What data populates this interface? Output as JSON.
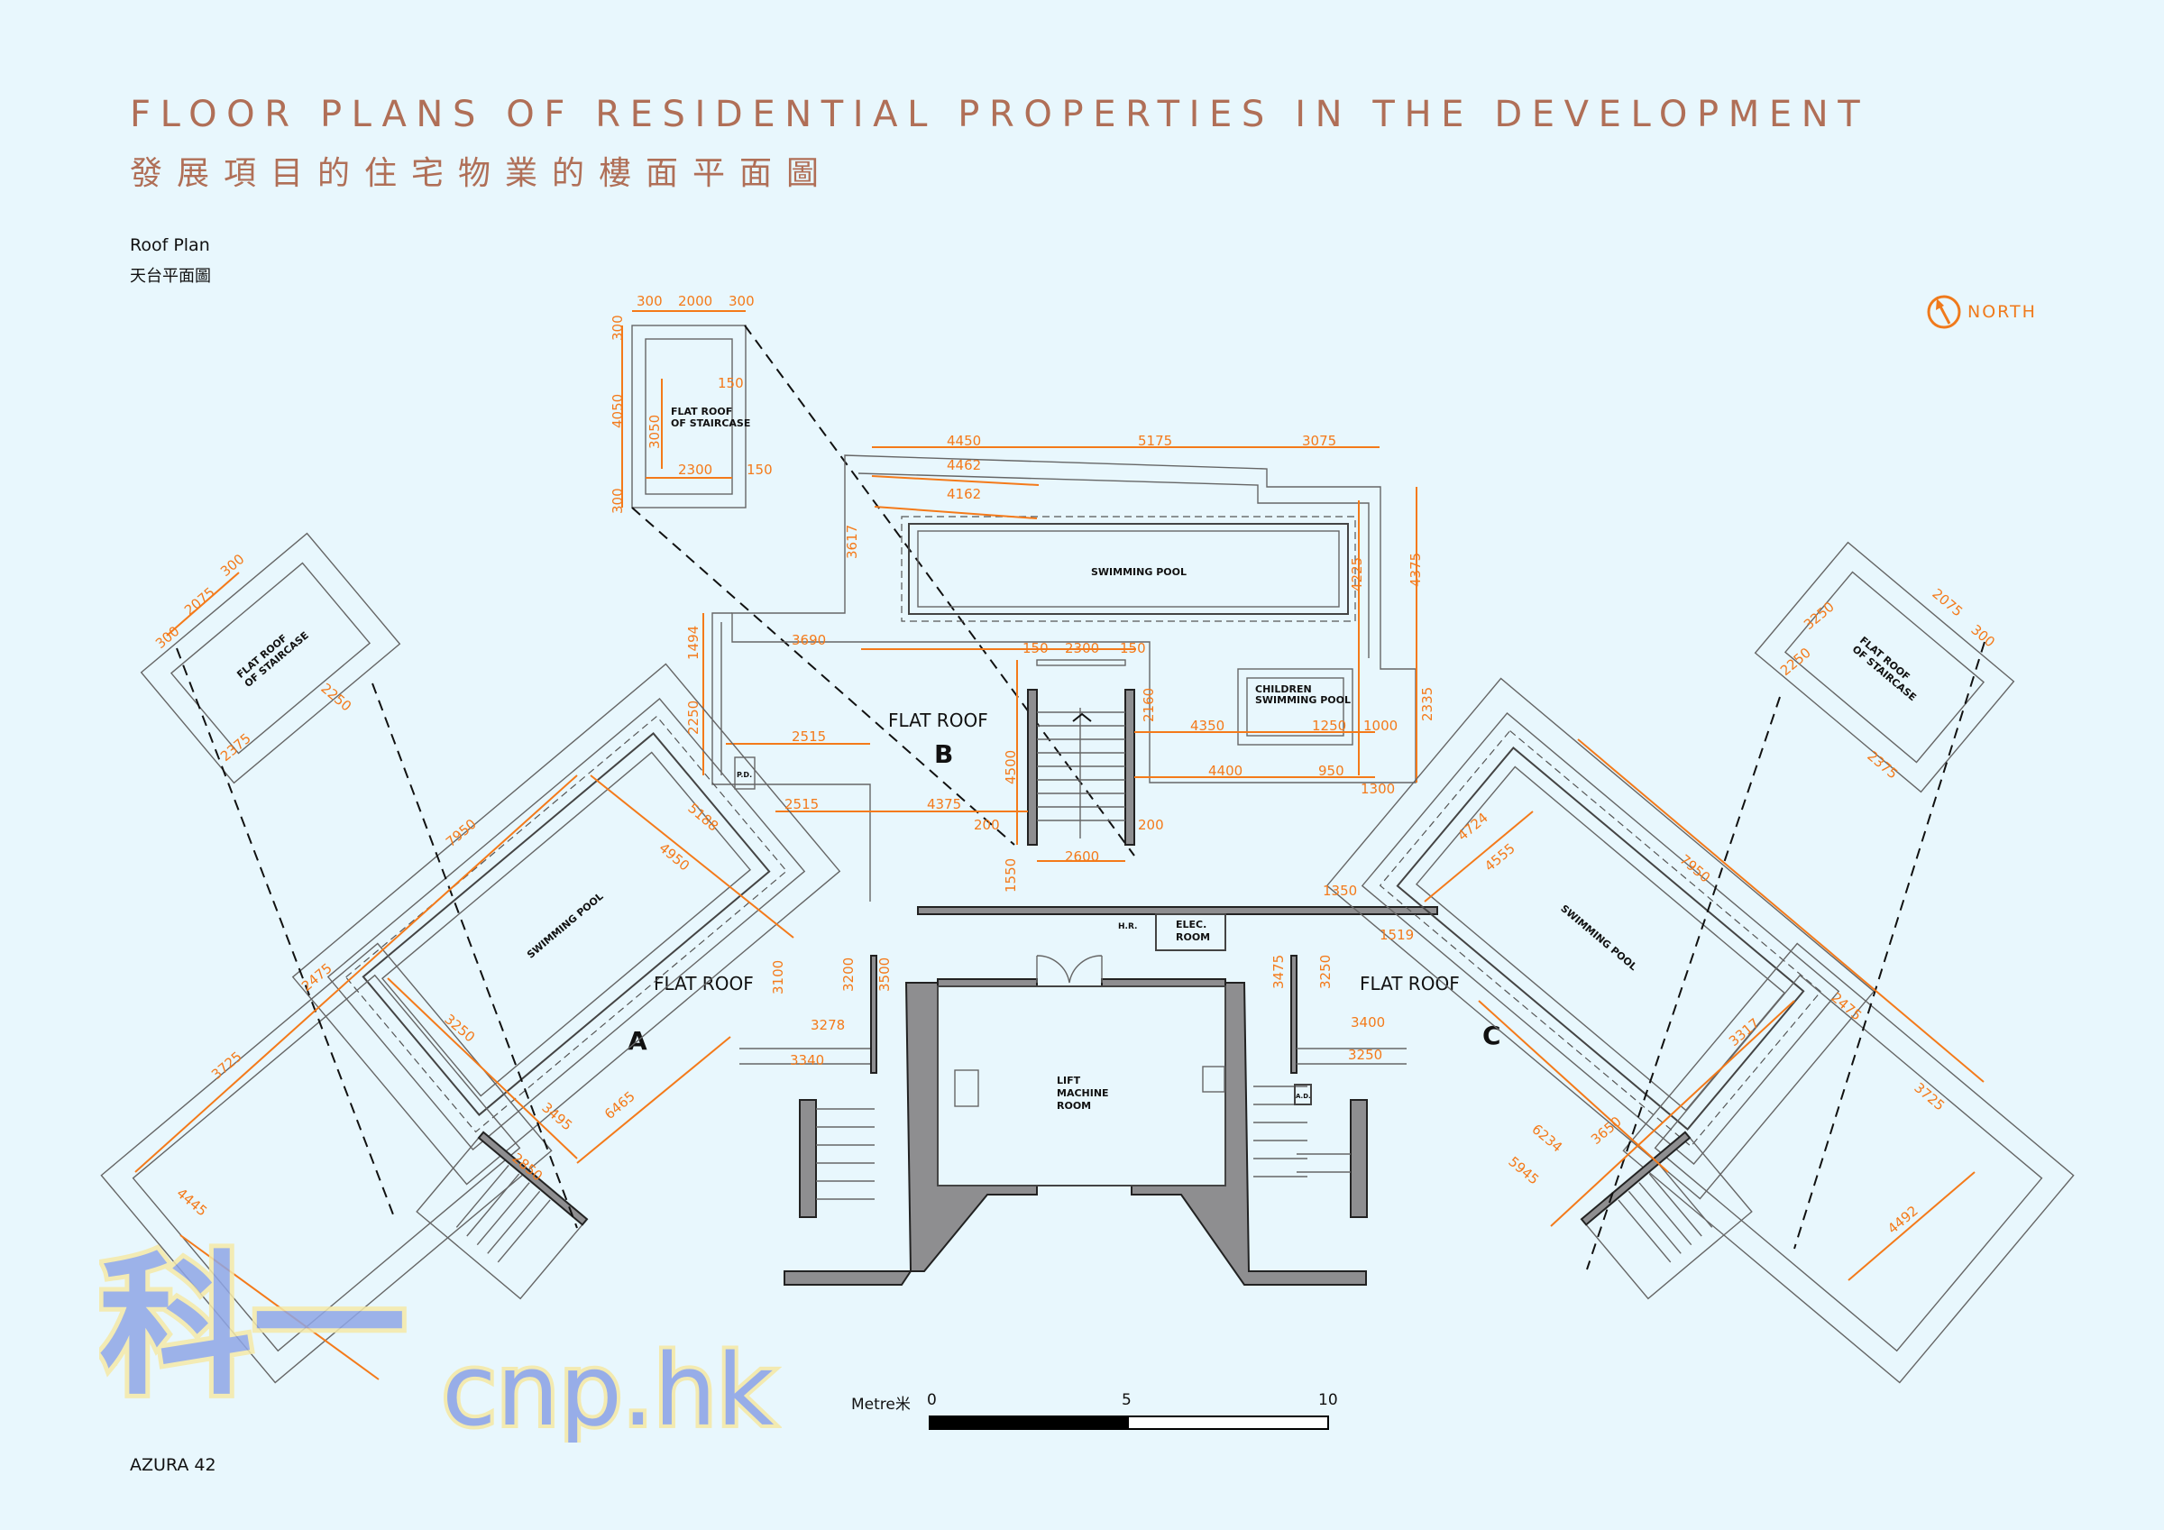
{
  "header": {
    "title_en": "FLOOR PLANS OF RESIDENTIAL PROPERTIES IN THE DEVELOPMENT",
    "title_zh": "發展項目的住宅物業的樓面平面圖"
  },
  "plan": {
    "name_en": "Roof Plan",
    "name_zh": "天台平面圖"
  },
  "north": {
    "label": "NORTH",
    "icon": "north-arrow-icon"
  },
  "footer": {
    "project": "AZURA 42"
  },
  "scale_bar": {
    "unit": "Metre米",
    "ticks": [
      "0",
      "5",
      "10"
    ],
    "filled_fraction": 0.5
  },
  "labels": {
    "flat_roof_of_staircase": [
      "FLAT ROOF",
      "OF STAIRCASE"
    ],
    "swimming_pool": "SWIMMING POOL",
    "children_pool": [
      "CHILDREN",
      "SWIMMING POOL"
    ],
    "flat_roof": "FLAT ROOF",
    "lift_machine_room": [
      "LIFT",
      "MACHINE",
      "ROOM"
    ],
    "elec_room": [
      "ELEC.",
      "ROOM"
    ],
    "hr": "H.R.",
    "pd": "P.D.",
    "ad": "A.D.",
    "wing_a": "A",
    "wing_b": "B",
    "wing_c": "C"
  },
  "dims": {
    "top_box": [
      "300",
      "2000",
      "300",
      "4050",
      "3050",
      "2300",
      "150",
      "150",
      "300",
      "300"
    ],
    "wing_b": [
      "4450",
      "5175",
      "3075",
      "4462",
      "4162",
      "3617",
      "4225",
      "4375",
      "3690",
      "2300",
      "4350",
      "1250",
      "1000",
      "4400",
      "950",
      "1300",
      "2335",
      "4500",
      "2160",
      "2600",
      "2515",
      "2515",
      "4375",
      "1494",
      "2250",
      "1550",
      "3100",
      "3200",
      "3500",
      "3340",
      "3278",
      "3400",
      "3250",
      "3475",
      "3250",
      "1350",
      "1519",
      "150",
      "150",
      "200",
      "200"
    ],
    "wing_a": [
      "7950",
      "2475",
      "3725",
      "4445",
      "5188",
      "4950",
      "3250",
      "3495",
      "6465",
      "2075",
      "2850",
      "2250",
      "2375",
      "300",
      "300"
    ],
    "wing_c": [
      "7950",
      "2475",
      "3725",
      "4724",
      "4555",
      "6234",
      "5945",
      "3650",
      "3317",
      "4492",
      "2075",
      "3250",
      "2250",
      "2375",
      "300"
    ]
  },
  "watermark": {
    "text_zh": "科一",
    "text_en": "cnp.hk"
  },
  "colors": {
    "background": "#e8f7fd",
    "title": "#b06f57",
    "dimension": "#f47a1a",
    "wall_fill": "#8e8e90"
  }
}
